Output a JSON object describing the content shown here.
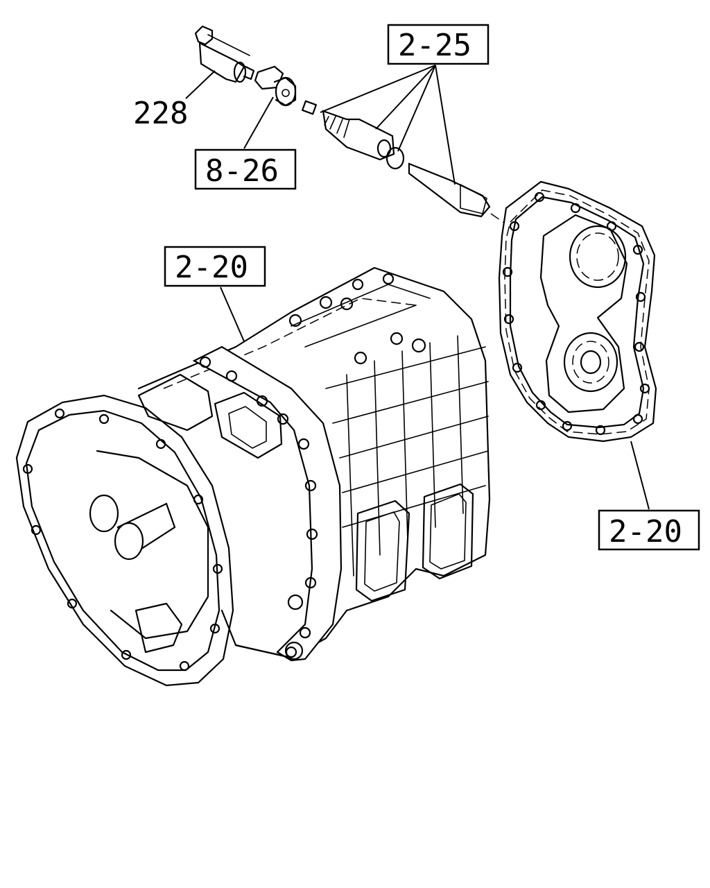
{
  "callouts": {
    "switch_part": "228",
    "sensor_ref": "8-26",
    "speedo_ref": "2-25",
    "case_ref": "2-20",
    "cover_ref": "2-20"
  }
}
